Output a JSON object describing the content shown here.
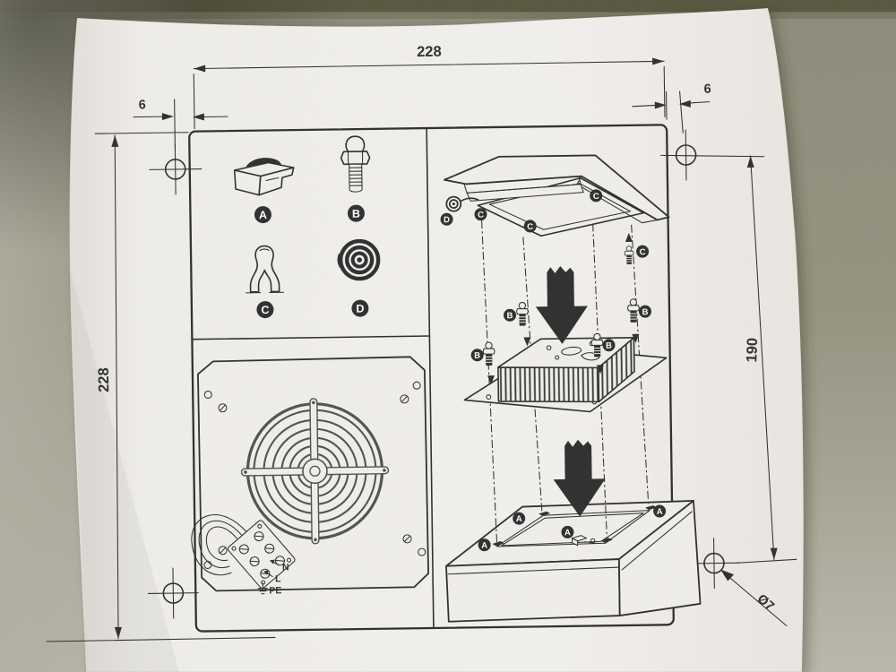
{
  "colors": {
    "wall": "#8f8e7e",
    "wall-top": "#57573f",
    "wall-light": "#b9b8ac",
    "paper": "#f1efec",
    "paper-edge": "#ddd9d4",
    "ink": "#2e2e2e",
    "ink-soft": "#515151"
  },
  "dimensions": {
    "top_width": "228",
    "left_height": "228",
    "right_height": "190",
    "left_offset": "6",
    "right_offset": "6",
    "hole_diameter": "Ø7"
  },
  "legend": {
    "item_a": "A",
    "item_b": "B",
    "item_c": "C",
    "item_d": "D"
  },
  "callouts": {
    "a": "A",
    "b": "B",
    "c": "C",
    "d": "D"
  },
  "wiring": {
    "neutral": "N",
    "line": "L",
    "earth": "PE"
  }
}
